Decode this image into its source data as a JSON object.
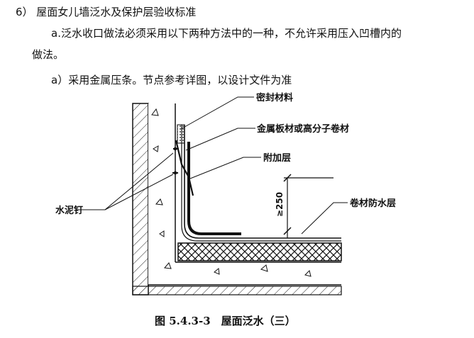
{
  "text": {
    "heading": "6） 屋面女儿墙泛水及保护层验收标准",
    "para_a_line1": "a.泛水收口做法必须采用以下两种方法中的一种，不允许采用压入凹槽内的",
    "para_a_line2": "做法。",
    "sub_a": "a）采用金属压条。节点参考详图，以设计文件为准"
  },
  "figure": {
    "labels": {
      "sealant": "密封材料",
      "metal_strip": "金属板材或高分子卷材",
      "extra_layer": "附加层",
      "membrane": "卷材防水层",
      "nail": "水泥钉",
      "dimension": "≥250"
    },
    "caption": "图 5.4.3-3　屋面泛水（三）"
  }
}
